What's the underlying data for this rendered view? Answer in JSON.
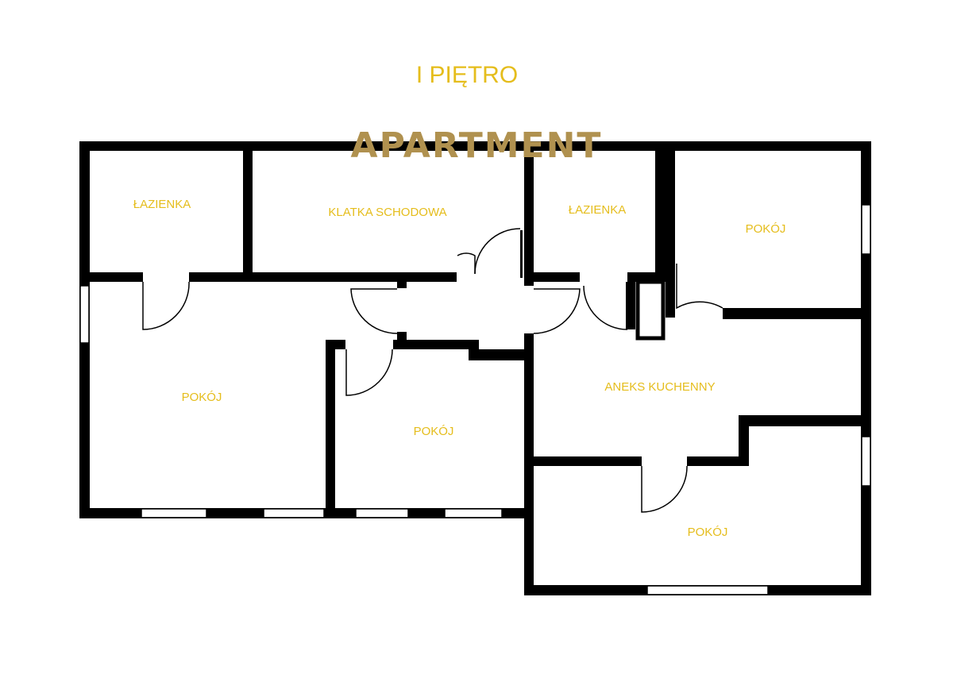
{
  "title": "I PIĘTRO",
  "watermark": "APARTMENT",
  "rooms": [
    {
      "label": "ŁAZIENKA"
    },
    {
      "label": "KLATKA SCHODOWA"
    },
    {
      "label": "ŁAZIENKA"
    },
    {
      "label": "POKÓJ"
    },
    {
      "label": "POKÓJ"
    },
    {
      "label": "POKÓJ"
    },
    {
      "label": "ANEKS KUCHENNY"
    },
    {
      "label": "POKÓJ"
    }
  ],
  "colors": {
    "label": "#e5bd1c",
    "wall": "#000000",
    "logo": "#b0914f"
  }
}
